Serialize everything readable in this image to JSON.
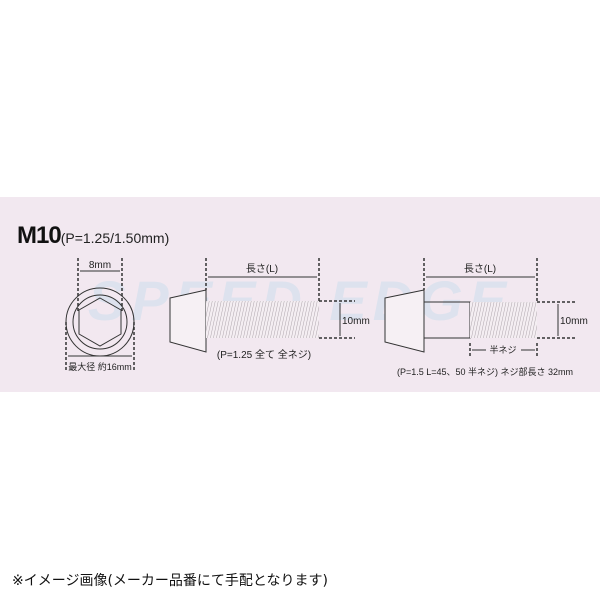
{
  "heading": {
    "size": "M10",
    "pitch": "(P=1.25/1.50mm)"
  },
  "watermark": "SPEED EDGE",
  "head_view": {
    "hex_label": "8mm",
    "outer_label": "最大径 約16mm"
  },
  "full_thread_bolt": {
    "length_label": "長さ(L)",
    "diameter_label": "10mm",
    "note": "(P=1.25 全て 全ネジ)"
  },
  "half_thread_bolt": {
    "length_label": "長さ(L)",
    "diameter_label": "10mm",
    "thread_label": "半ネジ",
    "note": "(P=1.5 L=45、50 半ネジ) ネジ部長さ 32mm"
  },
  "footer": "※イメージ画像(メーカー品番にて手配となります)",
  "colors": {
    "panel": "#f2e8f0",
    "watermark": "#dfe3ef",
    "line": "#333333"
  }
}
